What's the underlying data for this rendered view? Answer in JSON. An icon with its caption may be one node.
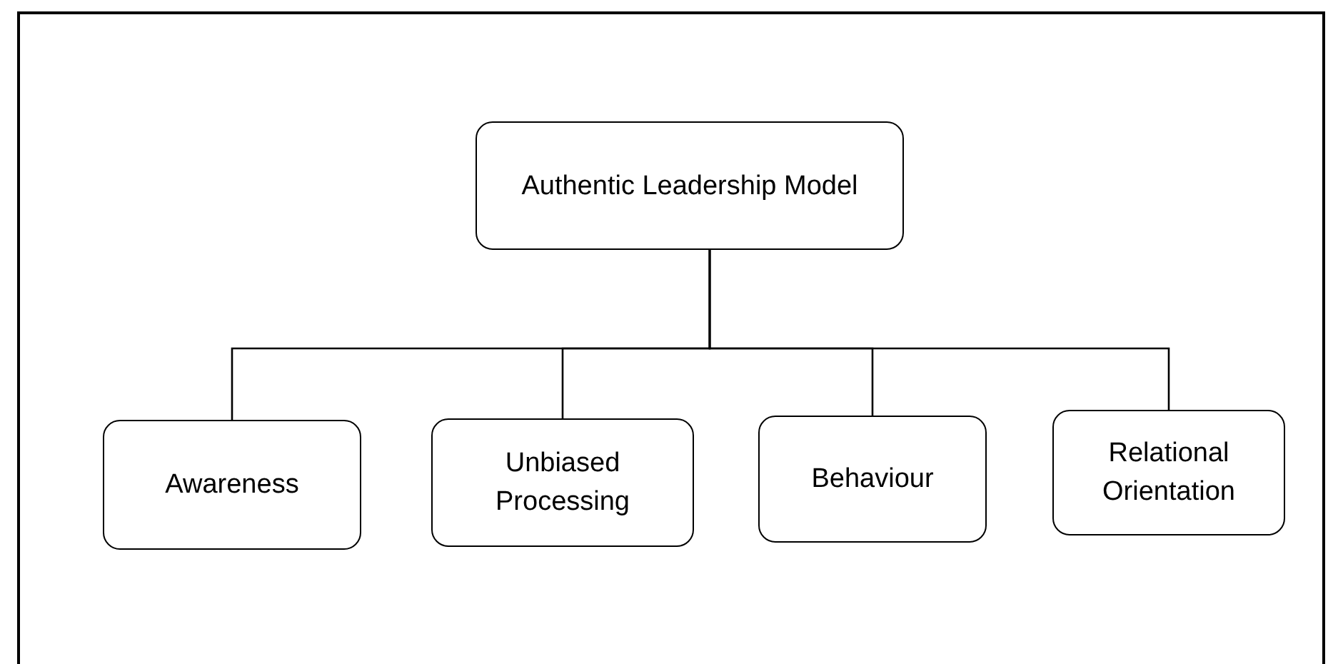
{
  "diagram": {
    "nodes": [
      {
        "text": [
          "Authentic Leadership Model"
        ]
      },
      {
        "text": [
          "Awareness"
        ]
      },
      {
        "text": [
          "Unbiased Processing"
        ]
      },
      {
        "text": [
          "Behaviour"
        ]
      },
      {
        "text": [
          "Relational Orientation"
        ]
      }
    ],
    "edges": [
      {
        "from": 0,
        "to": 1,
        "arrow": "none"
      },
      {
        "from": 0,
        "to": 2,
        "arrow": "none"
      },
      {
        "from": 0,
        "to": 3,
        "arrow": "none"
      },
      {
        "from": 0,
        "to": 4,
        "arrow": "none"
      }
    ]
  }
}
